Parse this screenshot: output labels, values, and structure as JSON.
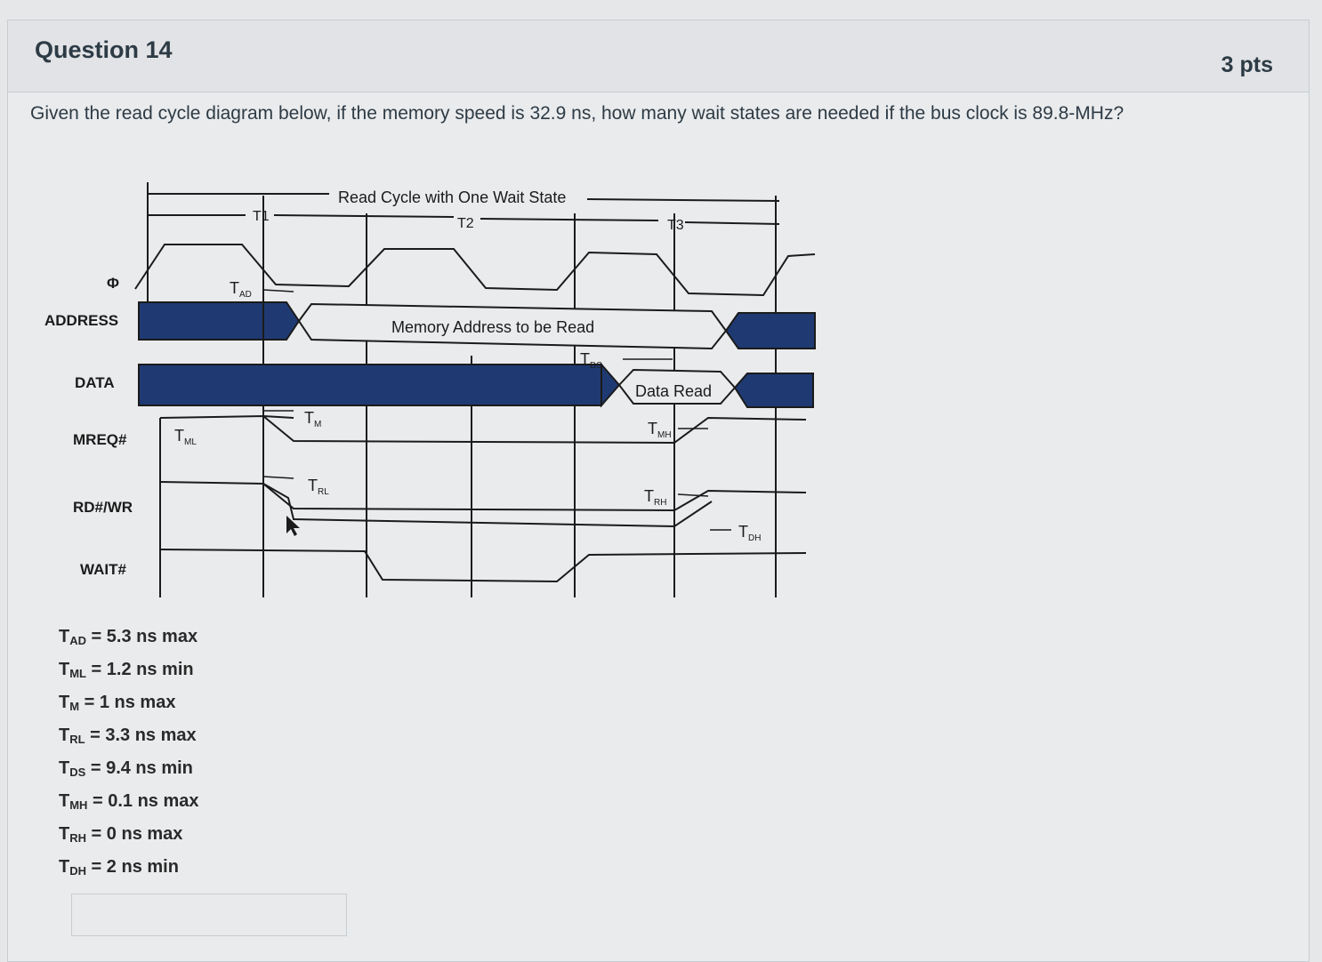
{
  "question": {
    "title": "Question 14",
    "points": "3 pts",
    "text_parts": [
      "Given the read cycle diagram below, if the memory speed is ",
      "32.9",
      " ns, how many wait states are needed if the bus clock is ",
      "89.8",
      "-MHz?"
    ]
  },
  "diagram": {
    "title": "Read Cycle with One Wait State",
    "clock_periods": [
      "T1",
      "T2",
      "T3"
    ],
    "signals": [
      "Φ",
      "ADDRESS",
      "DATA",
      "MREQ#",
      "RD#/WR",
      "WAIT#"
    ],
    "address_label": "Memory Address to be Read",
    "data_label": "Data Read",
    "timing_labels": {
      "tad": {
        "main": "T",
        "sub": "AD"
      },
      "tds": {
        "main": "T",
        "sub": "DS"
      },
      "tm": {
        "main": "T",
        "sub": "M"
      },
      "tml": {
        "main": "T",
        "sub": "ML"
      },
      "tmh": {
        "main": "T",
        "sub": "MH"
      },
      "trl": {
        "main": "T",
        "sub": "RL"
      },
      "trh": {
        "main": "T",
        "sub": "RH"
      },
      "tdh": {
        "main": "T",
        "sub": "DH"
      }
    },
    "colors": {
      "bus_fill": "#1f3a73",
      "line": "#1b1b1b"
    }
  },
  "parameters": [
    {
      "name": "T",
      "sub": "AD",
      "value": " = 5.3 ns max"
    },
    {
      "name": "T",
      "sub": "ML",
      "value": " = 1.2 ns min"
    },
    {
      "name": "T",
      "sub": "M",
      "value": " = 1 ns max"
    },
    {
      "name": "T",
      "sub": "RL",
      "value": " = 3.3 ns max"
    },
    {
      "name": "T",
      "sub": "DS",
      "value": " = 9.4 ns min"
    },
    {
      "name": "T",
      "sub": "MH",
      "value": " = 0.1 ns max"
    },
    {
      "name": "T",
      "sub": "RH",
      "value": " = 0 ns max"
    },
    {
      "name": "T",
      "sub": "DH",
      "value": " = 2 ns min"
    }
  ],
  "answer": {
    "value": ""
  }
}
